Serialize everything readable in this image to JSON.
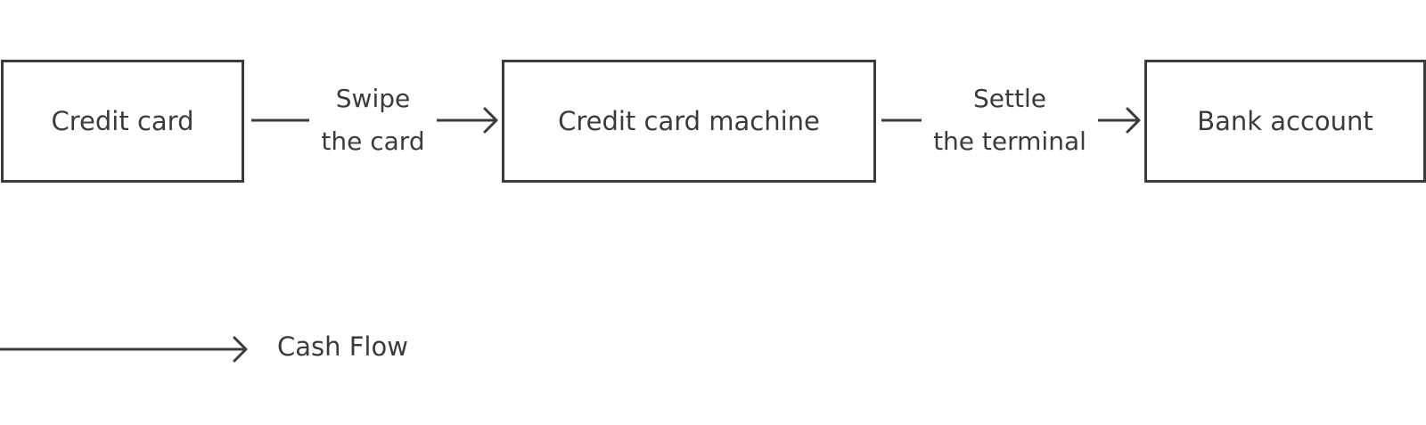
{
  "nodes": {
    "credit_card": "Credit card",
    "machine": "Credit card machine",
    "bank": "Bank account"
  },
  "edges": {
    "swipe": {
      "line1": "Swipe",
      "line2": "the card"
    },
    "settle": {
      "line1": "Settle",
      "line2": "the terminal"
    }
  },
  "legend": {
    "label": "Cash Flow"
  },
  "colors": {
    "stroke": "#3b3b3b",
    "text": "#3b3b3b",
    "background": "#ffffff"
  }
}
